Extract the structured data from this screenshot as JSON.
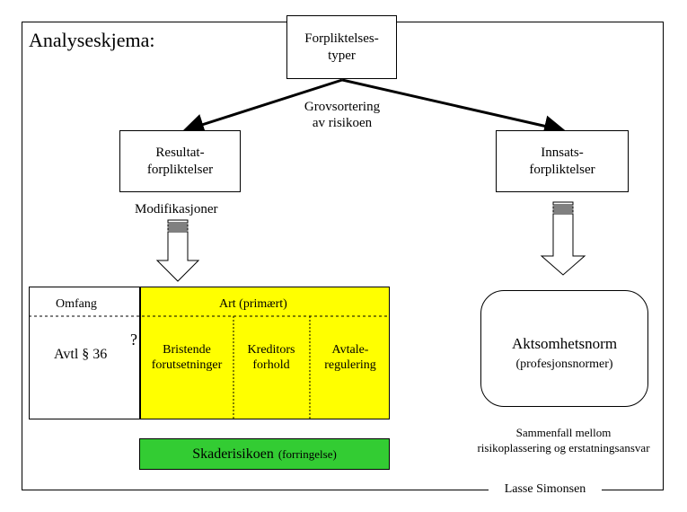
{
  "title": "Analyseskjema:",
  "top_box": "Forpliktelses-\ntyper",
  "split_label": "Grovsortering\nav risikoen",
  "left_box": "Resultat-\nforpliktelser",
  "right_box": "Innsats-\nforpliktelser",
  "modifications_label": "Modifikasjoner",
  "table": {
    "omfang": "Omfang",
    "art": "Art (primært)",
    "avtl": "Avtl § 36",
    "question": "?",
    "columns": [
      "Bristende\nforutsetninger",
      "Kreditors\nforhold",
      "Avtale-\nregulering"
    ]
  },
  "norm_box": {
    "title": "Aktsomhetsnorm",
    "subtitle": "(profesjonsnormer)"
  },
  "green_box": {
    "main": "Skaderisikoen",
    "sub": "(forringelse)"
  },
  "note": "Sammenfall mellom\nrisikoplassering og erstatningsansvar",
  "author": "Lasse Simonsen",
  "colors": {
    "yellow": "#ffff00",
    "green": "#33cc33"
  }
}
